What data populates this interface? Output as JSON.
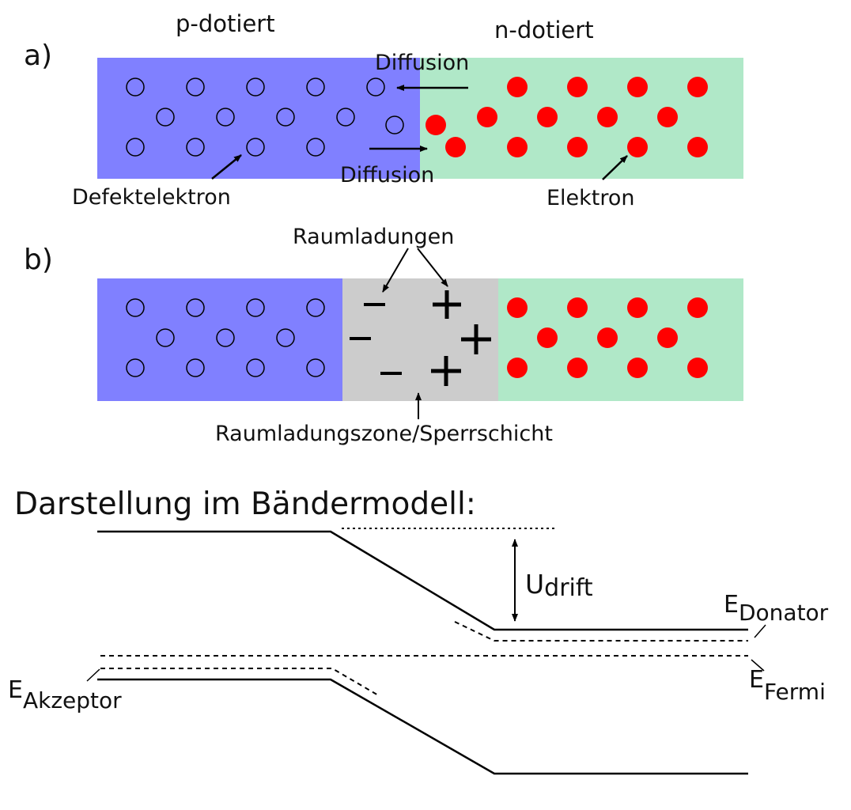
{
  "panel_a": {
    "label": "a)",
    "p_label": "p-dotiert",
    "n_label": "n-dotiert",
    "diffusion_top": "Diffusion",
    "diffusion_bottom": "Diffusion",
    "hole_label": "Defektelektron",
    "electron_label": "Elektron"
  },
  "panel_b": {
    "label": "b)",
    "charges_label": "Raumladungen",
    "zone_label": "Raumladungszone/Sperrschicht"
  },
  "band_model": {
    "title": "Darstellung im Bändermodell:",
    "u_main": "U",
    "u_sub": "drift",
    "e_donator_main": "E",
    "e_donator_sub": "Donator",
    "e_fermi_main": "E",
    "e_fermi_sub": "Fermi",
    "e_akzeptor_main": "E",
    "e_akzeptor_sub": "Akzeptor"
  },
  "colors": {
    "p_region": "#8080ff",
    "n_region": "#b0e8c8",
    "depletion": "#cccccc",
    "electron": "#ff0000"
  }
}
